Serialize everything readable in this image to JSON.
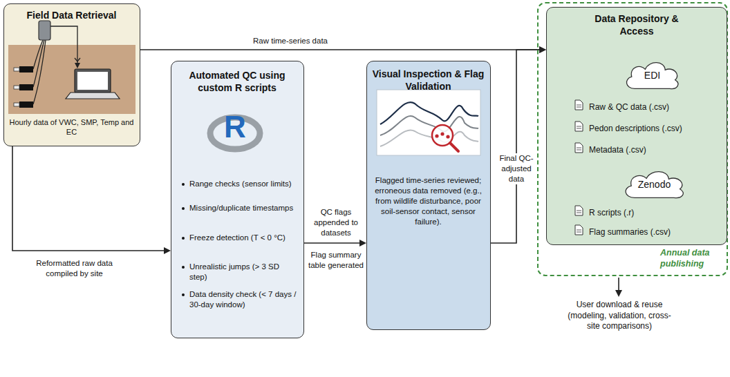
{
  "diagram": {
    "nodes": [
      {
        "text": [
          "Field Data Retrieval",
          "Hourly data of VWC, SMP, Temp and EC"
        ]
      },
      {
        "text": [
          "Automated QC using custom R scripts",
          "Range checks (sensor limits)",
          "Missing/duplicate timestamps",
          "Freeze detection (T < 0 °C)",
          "Unrealistic jumps (> 3 SD step)",
          "Data density check (< 7 days / 30-day window)"
        ]
      },
      {
        "text": [
          "Visual Inspection & Flag Validation",
          "Flagged time-series reviewed; erroneous data removed (e.g., from wildlife disturbance, poor soil-sensor contact, sensor failure)."
        ]
      },
      {
        "text": [
          "Annual data publishing"
        ]
      },
      {
        "text": [
          "Data Repository & Access",
          "Raw & QC data (.csv)",
          "Pedon descriptions (.csv)",
          "Metadata (.csv)",
          "R scripts (.r)",
          "Flag summaries (.csv)"
        ],
        "in": 3
      },
      {
        "text": [
          "EDI"
        ],
        "in": 4
      },
      {
        "text": [
          "Zenodo"
        ],
        "in": 4
      }
    ],
    "edges": [
      {
        "from": 0,
        "to": 4,
        "label": "Raw time-series data",
        "arrow": "to"
      },
      {
        "from": 0,
        "to": 1,
        "label": "Reformatted raw data compiled by site",
        "arrow": "to"
      },
      {
        "from": 1,
        "to": 2,
        "label": "QC flags appended to datasets",
        "arrow": "to"
      },
      {
        "from": 2,
        "to": 4,
        "label": "Final QC-adjusted data",
        "arrow": "to"
      }
    ],
    "labels": [
      "R",
      "Flag summary table generated",
      "User download & reuse (modeling, validation, cross-site comparisons)"
    ]
  }
}
